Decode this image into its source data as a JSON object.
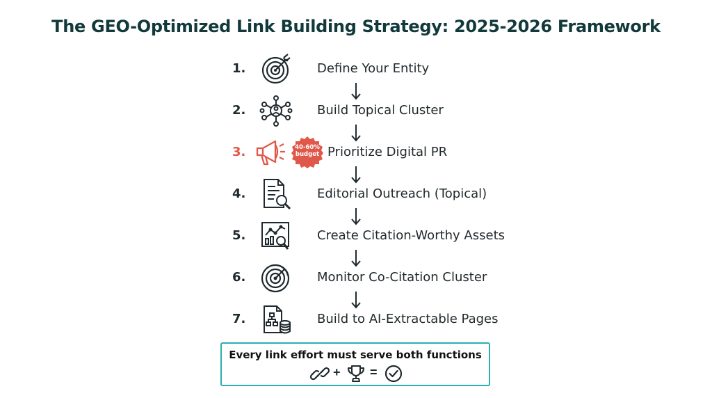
{
  "title": "The GEO-Optimized Link Building Strategy: 2025-2026 Framework",
  "steps": [
    {
      "number": "1.",
      "label": "Define Your Entity",
      "icon": "target-icon"
    },
    {
      "number": "2.",
      "label": "Build Topical Cluster",
      "icon": "network-icon"
    },
    {
      "number": "3.",
      "label": "Prioritize Digital PR",
      "icon": "megaphone-icon",
      "highlighted": true
    },
    {
      "number": "4.",
      "label": "Editorial Outreach (Topical)",
      "icon": "document-search-icon"
    },
    {
      "number": "5.",
      "label": "Create Citation-Worthy Assets",
      "icon": "chart-search-icon"
    },
    {
      "number": "6.",
      "label": "Monitor Co-Citation Cluster",
      "icon": "radar-target-icon"
    },
    {
      "number": "7.",
      "label": "Build to AI-Extractable Pages",
      "icon": "sitemap-database-icon"
    }
  ],
  "badge": {
    "line1": "40-60%",
    "line2": "budget"
  },
  "summary": {
    "text": "Every link effort must serve both functions",
    "equation": {
      "plus": "+",
      "equals": "=",
      "icons": [
        "link-icon",
        "trophy-icon",
        "check-circle-icon"
      ]
    }
  },
  "colors": {
    "title": "#12393b",
    "highlight": "#e0584a",
    "box_border": "#2ab0b0",
    "text": "#22292c"
  }
}
